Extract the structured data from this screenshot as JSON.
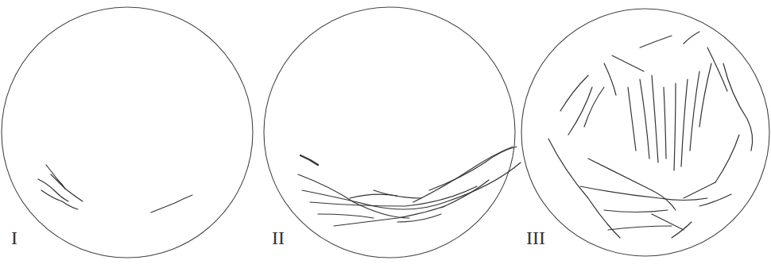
{
  "diagram": {
    "labels": [
      "I",
      "II",
      "III"
    ]
  }
}
